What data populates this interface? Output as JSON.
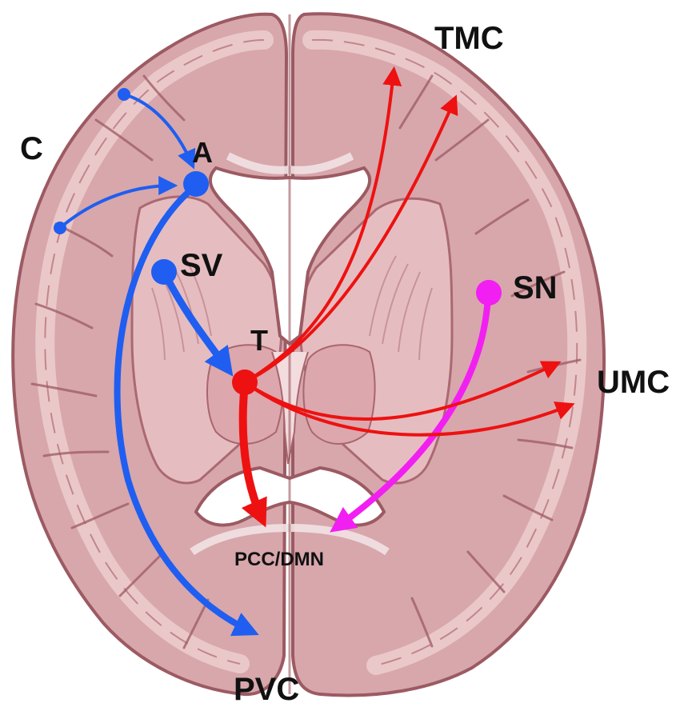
{
  "labels": {
    "c": "C",
    "a": "A",
    "sv": "SV",
    "t": "T",
    "sn": "SN",
    "tmc": "TMC",
    "umc": "UMC",
    "pcc_dmn": "PCC/DMN",
    "pvc": "PVC"
  },
  "colors": {
    "brain_fill": "#d7a7ac",
    "brain_outline": "#9c5a62",
    "cortex_inner": "#eccccc",
    "ventricle": "#ffffff",
    "blue_pathway": "#1f5ef0",
    "red_pathway": "#ee1111",
    "magenta_pathway": "#f21ff2",
    "label_text": "#111111"
  }
}
